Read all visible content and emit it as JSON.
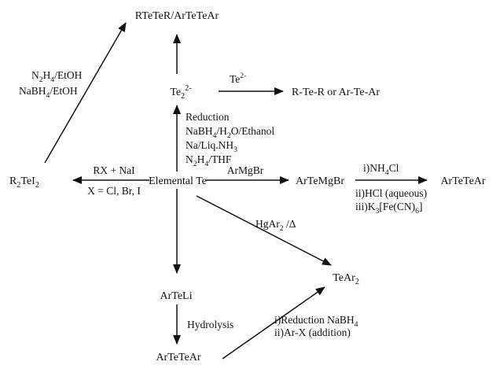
{
  "nodes": {
    "ditelluride_top": {
      "parts": [
        {
          "t": "RTeTeR/ArTeTeAr"
        }
      ]
    },
    "te22": {
      "parts": [
        {
          "t": "Te"
        },
        {
          "t": "2",
          "s": "sub"
        },
        {
          "t": "2-",
          "s": "sup"
        }
      ]
    },
    "tellurides_right": {
      "parts": [
        {
          "t": "R-Te-R or Ar-Te-Ar"
        }
      ]
    },
    "r2tei2": {
      "parts": [
        {
          "t": "R"
        },
        {
          "t": "2",
          "s": "sub"
        },
        {
          "t": "TeI"
        },
        {
          "t": "2",
          "s": "sub"
        }
      ]
    },
    "elemental_te": {
      "parts": [
        {
          "t": "Elemental Te"
        }
      ]
    },
    "artemgbr": {
      "parts": [
        {
          "t": "ArTeMgBr"
        }
      ]
    },
    "arteteAr_right": {
      "parts": [
        {
          "t": "ArTeTeAr"
        }
      ]
    },
    "tear2": {
      "parts": [
        {
          "t": "TeAr"
        },
        {
          "t": "2",
          "s": "sub"
        }
      ]
    },
    "arteli": {
      "parts": [
        {
          "t": "ArTeLi"
        }
      ]
    },
    "arteteAr_bottom": {
      "parts": [
        {
          "t": "ArTeTeAr"
        }
      ]
    }
  },
  "conditions": {
    "n2h4_etoh": {
      "parts": [
        {
          "t": "N"
        },
        {
          "t": "2",
          "s": "sub"
        },
        {
          "t": "H"
        },
        {
          "t": "4",
          "s": "sub"
        },
        {
          "t": "/EtOH"
        }
      ]
    },
    "nabh4_etoh": {
      "parts": [
        {
          "t": "NaBH"
        },
        {
          "t": "4",
          "s": "sub"
        },
        {
          "t": "/EtOH"
        }
      ]
    },
    "te2minus": {
      "parts": [
        {
          "t": "Te"
        },
        {
          "t": "2-",
          "s": "sup"
        }
      ]
    },
    "reduction": {
      "parts": [
        {
          "t": "Reduction"
        }
      ]
    },
    "nabh4_h2o_ethanol": {
      "parts": [
        {
          "t": "NaBH"
        },
        {
          "t": "4",
          "s": "sub"
        },
        {
          "t": "/H"
        },
        {
          "t": "2",
          "s": "sub"
        },
        {
          "t": "O/Ethanol"
        }
      ]
    },
    "na_liq_nh3": {
      "parts": [
        {
          "t": "Na/Liq.NH"
        },
        {
          "t": "3",
          "s": "sub"
        }
      ]
    },
    "n2h4_thf": {
      "parts": [
        {
          "t": "N"
        },
        {
          "t": "2",
          "s": "sub"
        },
        {
          "t": "H"
        },
        {
          "t": "4",
          "s": "sub"
        },
        {
          "t": "/THF"
        }
      ]
    },
    "rx_nai": {
      "parts": [
        {
          "t": "RX + NaI"
        }
      ]
    },
    "x_halides": {
      "parts": [
        {
          "t": "X = Cl, Br, I"
        }
      ]
    },
    "armgbr": {
      "parts": [
        {
          "t": "ArMgBr"
        }
      ]
    },
    "nh4cl": {
      "parts": [
        {
          "t": "i)NH"
        },
        {
          "t": "4",
          "s": "sub"
        },
        {
          "t": "Cl"
        }
      ]
    },
    "hcl_aq": {
      "parts": [
        {
          "t": "ii)HCl (aqueous)"
        }
      ]
    },
    "k3fecn6": {
      "parts": [
        {
          "t": "iii)K"
        },
        {
          "t": "3",
          "s": "sub"
        },
        {
          "t": "[Fe(CN)"
        },
        {
          "t": "6",
          "s": "sub"
        },
        {
          "t": "]"
        }
      ]
    },
    "hgar2": {
      "parts": [
        {
          "t": "HgAr"
        },
        {
          "t": "2",
          "s": "sub"
        },
        {
          "t": " /Δ"
        }
      ]
    },
    "hydrolysis": {
      "parts": [
        {
          "t": "Hydrolysis"
        }
      ]
    },
    "reduction_nabh4": {
      "parts": [
        {
          "t": "i)Reduction NaBH"
        },
        {
          "t": "4",
          "s": "sub"
        }
      ]
    },
    "ar_x_addition": {
      "parts": [
        {
          "t": "ii)Ar-X (addition)"
        }
      ]
    }
  }
}
